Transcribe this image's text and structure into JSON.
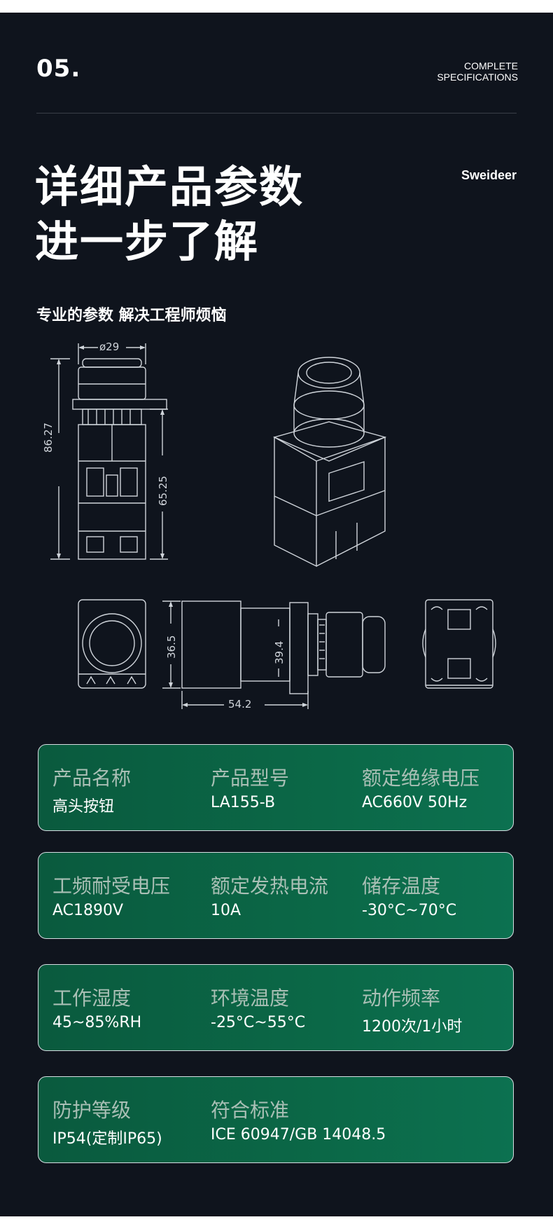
{
  "header": {
    "section_number": "05.",
    "section_title_line1": "COMPLETE",
    "section_title_line2": "SPECIFICATIONS",
    "brand": "Sweideer"
  },
  "headline": {
    "line1": "详细产品参数",
    "line2": "进一步了解",
    "subtitle": "专业的参数 解决工程师烦恼"
  },
  "dimensions": {
    "diameter": "ø29",
    "total_height": "86.27",
    "body_height": "65.25",
    "side_height": "36.5",
    "width": "39.4",
    "length": "54.2"
  },
  "specs": [
    [
      {
        "label": "产品名称",
        "value": "高头按钮"
      },
      {
        "label": "产品型号",
        "value": "LA155-B"
      },
      {
        "label": "额定绝缘电压",
        "value": "AC660V 50Hz"
      }
    ],
    [
      {
        "label": "工频耐受电压",
        "value": "AC1890V"
      },
      {
        "label": "额定发热电流",
        "value": "10A"
      },
      {
        "label": "储存温度",
        "value": "-30°C~70°C"
      }
    ],
    [
      {
        "label": "工作湿度",
        "value": "45~85%RH"
      },
      {
        "label": "环境温度",
        "value": "-25°C~55°C"
      },
      {
        "label": "动作频率",
        "value": "1200次/1小时"
      }
    ],
    [
      {
        "label": "防护等级",
        "value": "IP54(定制IP65)"
      },
      {
        "label": "符合标准",
        "value": "ICE 60947/GB 14048.5"
      }
    ]
  ]
}
